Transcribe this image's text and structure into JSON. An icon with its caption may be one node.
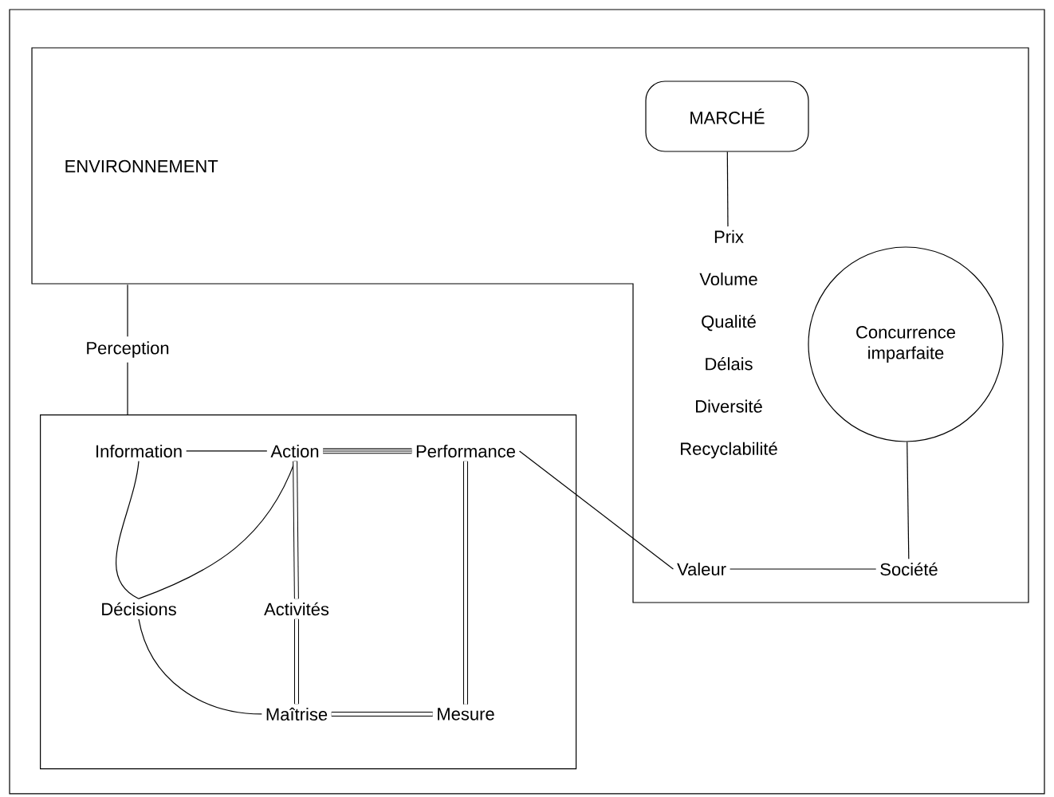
{
  "diagram": {
    "nodes": [
      {
        "text": [
          "ENVIRONNEMENT"
        ]
      },
      {
        "text": [
          "MARCHÉ"
        ],
        "in": 0
      },
      {
        "text": [
          "Prix",
          "Volume",
          "Qualité",
          "Délais",
          "Diversité",
          "Recyclabilité"
        ],
        "in": 0
      },
      {
        "text": [
          "Concurrence imparfaite"
        ],
        "in": 0
      },
      {
        "text": [
          "Valeur"
        ],
        "in": 0
      },
      {
        "text": [
          "Société"
        ],
        "in": 0
      },
      {
        "text": [],
        "shape": "box"
      },
      {
        "text": [
          "Information"
        ],
        "in": 6
      },
      {
        "text": [
          "Action"
        ],
        "in": 6
      },
      {
        "text": [
          "Performance"
        ],
        "in": 6
      },
      {
        "text": [
          "Décisions"
        ],
        "in": 6
      },
      {
        "text": [
          "Activités"
        ],
        "in": 6
      },
      {
        "text": [
          "Maîtrise"
        ],
        "in": 6
      },
      {
        "text": [
          "Mesure"
        ],
        "in": 6
      }
    ],
    "edges": [
      {
        "from": 0,
        "to": 6,
        "arrow": "none",
        "label": "Perception"
      },
      {
        "from": 1,
        "to": 2,
        "arrow": "none"
      },
      {
        "from": 3,
        "to": 5,
        "arrow": "none"
      },
      {
        "from": 7,
        "to": 8,
        "arrow": "none"
      },
      {
        "from": 8,
        "to": 9,
        "arrow": "none",
        "style": "thick"
      },
      {
        "from": 9,
        "to": 4,
        "arrow": "none"
      },
      {
        "from": 4,
        "to": 5,
        "arrow": "none"
      },
      {
        "from": 7,
        "to": 10,
        "arrow": "none"
      },
      {
        "from": 8,
        "to": 10,
        "arrow": "none"
      },
      {
        "from": 8,
        "to": 11,
        "arrow": "none",
        "style": "thick"
      },
      {
        "from": 11,
        "to": 12,
        "arrow": "none",
        "style": "thick"
      },
      {
        "from": 9,
        "to": 13,
        "arrow": "none",
        "style": "thick"
      },
      {
        "from": 10,
        "to": 12,
        "arrow": "none"
      },
      {
        "from": 12,
        "to": 13,
        "arrow": "none",
        "style": "thick"
      }
    ]
  }
}
